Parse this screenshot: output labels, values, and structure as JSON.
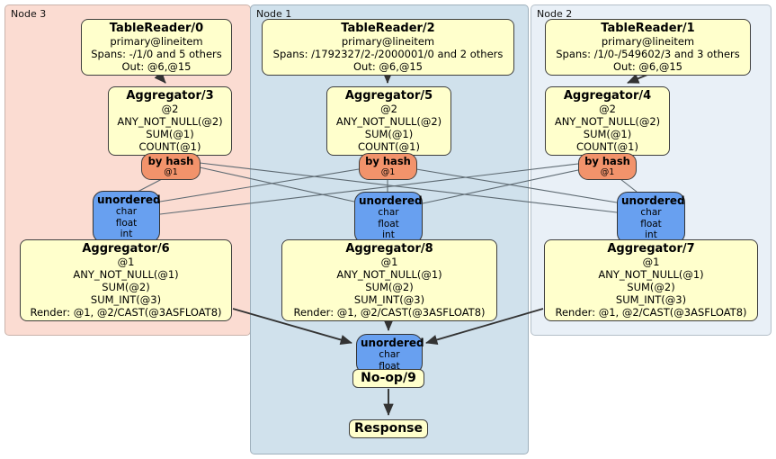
{
  "regions": {
    "node3": {
      "label": "Node 3"
    },
    "node1": {
      "label": "Node 1"
    },
    "node2": {
      "label": "Node 2"
    }
  },
  "nodes": {
    "tr0": {
      "title": "TableReader/0",
      "lines": [
        "primary@lineitem",
        "Spans: -/1/0 and 5 others",
        "Out: @6,@15"
      ]
    },
    "tr2": {
      "title": "TableReader/2",
      "lines": [
        "primary@lineitem",
        "Spans: /1792327/2-/2000001/0 and 2 others",
        "Out: @6,@15"
      ]
    },
    "tr1": {
      "title": "TableReader/1",
      "lines": [
        "primary@lineitem",
        "Spans: /1/0-/549602/3 and 3 others",
        "Out: @6,@15"
      ]
    },
    "agg3": {
      "title": "Aggregator/3",
      "lines": [
        "@2",
        "ANY_NOT_NULL(@2)",
        "SUM(@1)",
        "COUNT(@1)"
      ]
    },
    "agg5": {
      "title": "Aggregator/5",
      "lines": [
        "@2",
        "ANY_NOT_NULL(@2)",
        "SUM(@1)",
        "COUNT(@1)"
      ]
    },
    "agg4": {
      "title": "Aggregator/4",
      "lines": [
        "@2",
        "ANY_NOT_NULL(@2)",
        "SUM(@1)",
        "COUNT(@1)"
      ]
    },
    "hash3": {
      "title": "by hash",
      "lines": [
        "@1"
      ]
    },
    "hash1": {
      "title": "by hash",
      "lines": [
        "@1"
      ]
    },
    "hash2": {
      "title": "by hash",
      "lines": [
        "@1"
      ]
    },
    "un3": {
      "title": "unordered",
      "lines": [
        "char",
        "float",
        "int"
      ]
    },
    "un1": {
      "title": "unordered",
      "lines": [
        "char",
        "float",
        "int"
      ]
    },
    "un2": {
      "title": "unordered",
      "lines": [
        "char",
        "float",
        "int"
      ]
    },
    "agg6": {
      "title": "Aggregator/6",
      "lines": [
        "@1",
        "ANY_NOT_NULL(@1)",
        "SUM(@2)",
        "SUM_INT(@3)",
        "Render: @1, @2/CAST(@3ASFLOAT8)"
      ]
    },
    "agg8": {
      "title": "Aggregator/8",
      "lines": [
        "@1",
        "ANY_NOT_NULL(@1)",
        "SUM(@2)",
        "SUM_INT(@3)",
        "Render: @1, @2/CAST(@3ASFLOAT8)"
      ]
    },
    "agg7": {
      "title": "Aggregator/7",
      "lines": [
        "@1",
        "ANY_NOT_NULL(@1)",
        "SUM(@2)",
        "SUM_INT(@3)",
        "Render: @1, @2/CAST(@3ASFLOAT8)"
      ]
    },
    "unb": {
      "title": "unordered",
      "lines": [
        "char",
        "float"
      ]
    },
    "noop": {
      "title": "No-op/9"
    },
    "resp": {
      "title": "Response"
    }
  },
  "colors": {
    "region_node3_bg": "#fbdcd2",
    "region_node1_bg": "#d0e1ec",
    "region_node2_bg": "#e9f0f7",
    "processor_bg": "#ffffcc",
    "router_bg": "#f2936b",
    "sync_bg": "#68a0f0",
    "edge_thin": "#5e6a72",
    "edge_thick": "#333333"
  }
}
